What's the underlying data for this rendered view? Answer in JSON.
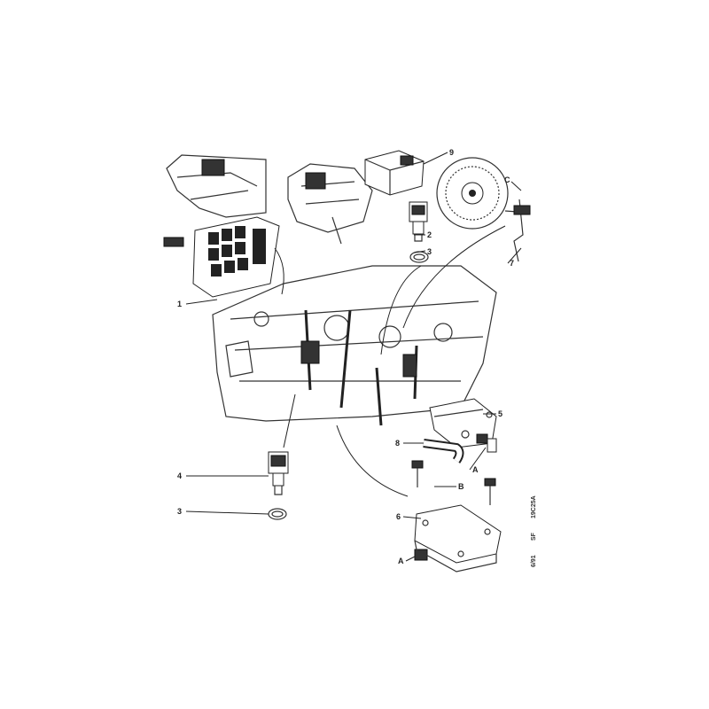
{
  "diagram": {
    "callouts": {
      "ecu": "1",
      "sensor_upper": "2",
      "seal_upper": "3",
      "sensor_lower": "4",
      "seal_lower": "3",
      "map_sensor": "5",
      "bracket": "6",
      "crank_sensor": "7",
      "vacuum_hose": "8",
      "relay": "9",
      "bolt_a_upper": "A",
      "bolt_b": "B",
      "bolt_a_lower": "A",
      "crank_ref": "C"
    },
    "reference": {
      "date": "6/91",
      "code": "SF",
      "drawing_id": "19C25A"
    }
  }
}
